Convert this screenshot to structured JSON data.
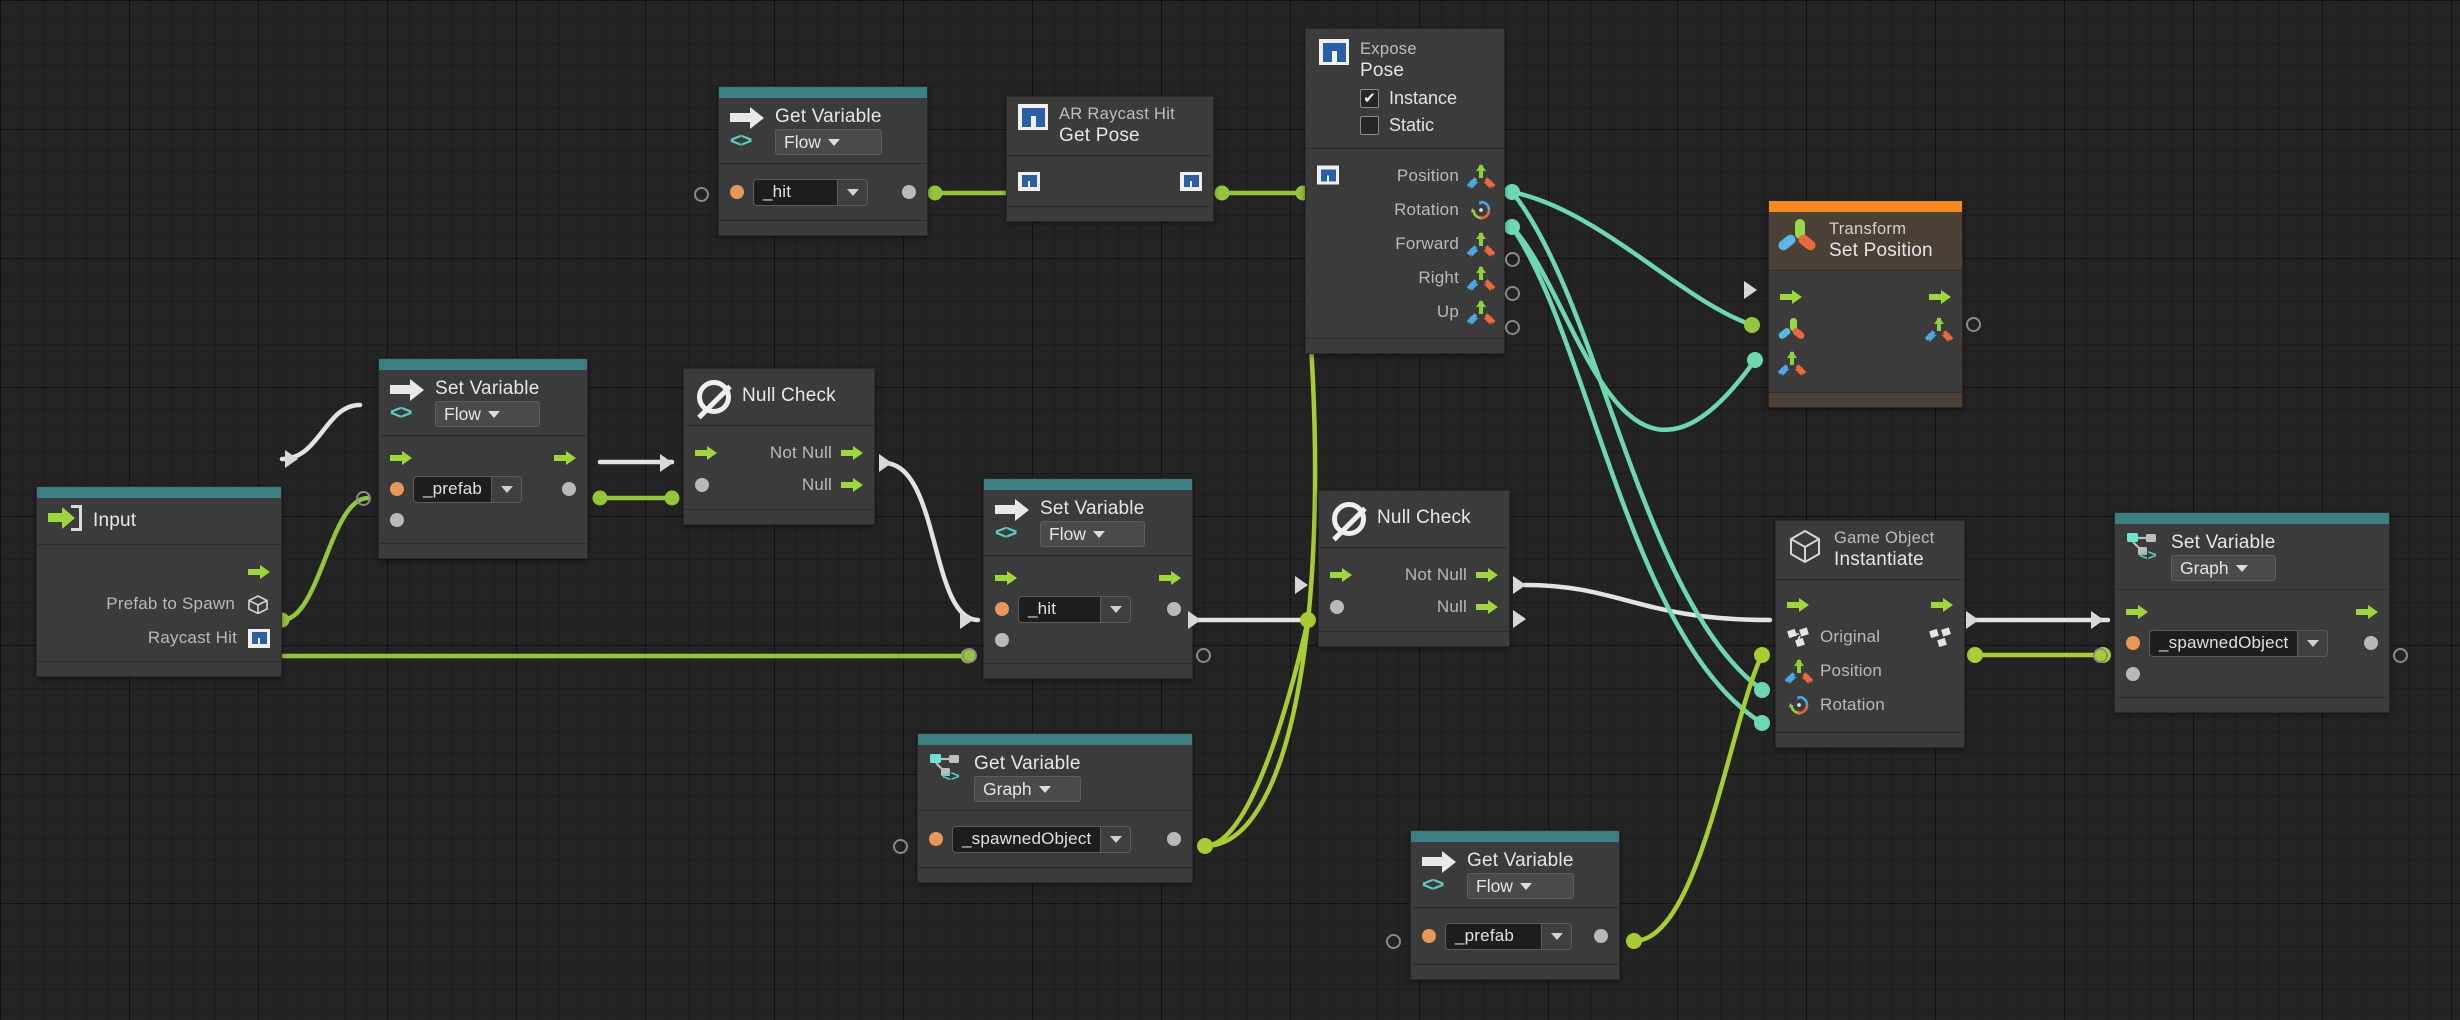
{
  "app": {
    "name": "Unity Visual Scripting Graph Editor",
    "canvas_background": "#232323",
    "grid_line_color": "#000000"
  },
  "palette": {
    "accent_teal": "#3c7f82",
    "accent_orange": "#f5881f",
    "node_body": "#3b3b3b",
    "node_body_brown": "#4a4035",
    "flow_green": "#9fd63d",
    "wire_white": "#e3e3e3",
    "wire_green": "#94c53c",
    "wire_mint": "#6ed7b0",
    "port_orange": "#e8975a",
    "port_grey": "#b9b9b9",
    "code_glyph_teal": "#58cfc0"
  },
  "nodes": [
    {
      "id": "input",
      "name": "input-node",
      "accent": "teal",
      "title": "Input",
      "ports_out": [
        {
          "label": "",
          "kind": "flow"
        },
        {
          "label": "Prefab to Spawn",
          "kind": "gameobject"
        },
        {
          "label": "Raycast Hit",
          "kind": "arraycasthit"
        }
      ]
    },
    {
      "id": "set-prefab",
      "name": "set-variable-prefab-node",
      "accent": "teal",
      "title": "Set Variable",
      "kind_label": "Flow",
      "value": "_prefab"
    },
    {
      "id": "nullcheck-1",
      "name": "null-check-node-1",
      "accent": "none",
      "title": "Null Check",
      "out_labels": [
        "Not Null",
        "Null"
      ]
    },
    {
      "id": "get-hit-top",
      "name": "get-variable-hit-node",
      "accent": "teal",
      "title": "Get Variable",
      "kind_label": "Flow",
      "value": "_hit"
    },
    {
      "id": "ar-raycast-hit",
      "name": "ar-raycast-hit-get-pose-node",
      "accent": "none",
      "title_small": "AR Raycast Hit",
      "title_big": "Get Pose"
    },
    {
      "id": "expose-pose",
      "name": "expose-pose-node",
      "accent": "none",
      "title_small": "Expose",
      "title_big": "Pose",
      "checkboxes": [
        {
          "label": "Instance",
          "checked": true
        },
        {
          "label": "Static",
          "checked": false
        }
      ],
      "out_labels": [
        "Position",
        "Rotation",
        "Forward",
        "Right",
        "Up"
      ]
    },
    {
      "id": "transform-set-position",
      "name": "transform-set-position-node",
      "accent": "orange",
      "title_small": "Transform",
      "title_big": "Set Position"
    },
    {
      "id": "set-hit",
      "name": "set-variable-hit-node",
      "accent": "teal",
      "title": "Set Variable",
      "kind_label": "Flow",
      "value": "_hit"
    },
    {
      "id": "nullcheck-2",
      "name": "null-check-node-2",
      "accent": "none",
      "title": "Null Check",
      "out_labels": [
        "Not Null",
        "Null"
      ]
    },
    {
      "id": "game-object-instantiate",
      "name": "game-object-instantiate-node",
      "accent": "none",
      "title_small": "Game Object",
      "title_big": "Instantiate",
      "in_labels": [
        "Original",
        "Position",
        "Rotation"
      ]
    },
    {
      "id": "set-spawned-graph",
      "name": "set-variable-spawnedobject-node",
      "accent": "teal",
      "title": "Set Variable",
      "kind_label": "Graph",
      "value": "_spawnedObject"
    },
    {
      "id": "get-spawned-graph",
      "name": "get-variable-spawnedobject-node",
      "accent": "teal",
      "title": "Get Variable",
      "kind_label": "Graph",
      "value": "_spawnedObject"
    },
    {
      "id": "get-prefab-flow",
      "name": "get-variable-prefab-node",
      "accent": "teal",
      "title": "Get Variable",
      "kind_label": "Flow",
      "value": "_prefab"
    }
  ]
}
